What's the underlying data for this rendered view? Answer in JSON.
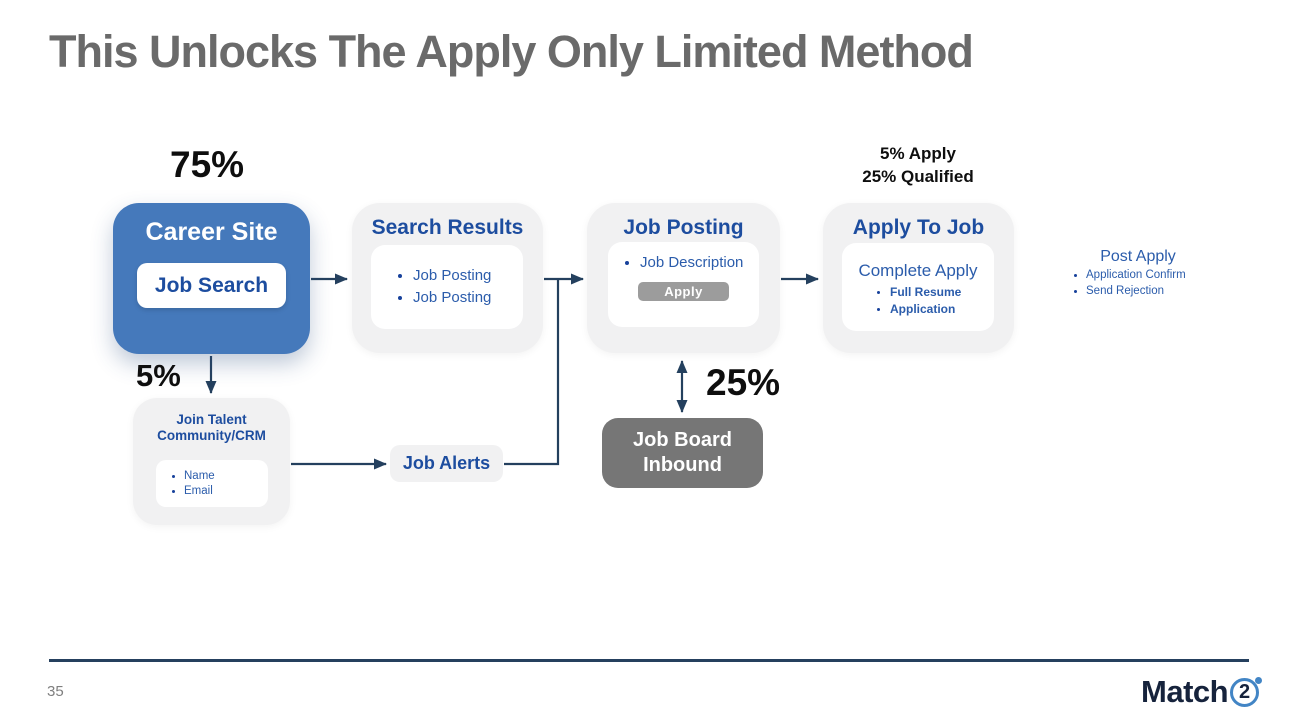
{
  "slide": {
    "title": "This Unlocks The Apply Only Limited Method",
    "page_number": "35"
  },
  "labels": {
    "career_rate": "75%",
    "talent_rate": "5%",
    "job_board_rate": "25%",
    "apply_stats": [
      "5% Apply",
      "25% Qualified"
    ]
  },
  "nodes": {
    "career_site": {
      "title": "Career Site",
      "button": "Job Search"
    },
    "search_results": {
      "title": "Search Results",
      "items": [
        "Job Posting",
        "Job Posting"
      ]
    },
    "job_posting": {
      "title": "Job Posting",
      "items": [
        "Job Description"
      ],
      "button": "Apply"
    },
    "apply_to_job": {
      "title": "Apply To Job",
      "subtitle": "Complete Apply",
      "items": [
        "Full Resume",
        "Application"
      ]
    },
    "post_apply": {
      "title": "Post Apply",
      "items": [
        "Application Confirm",
        "Send Rejection"
      ]
    },
    "join_talent": {
      "title": "Join Talent Community/CRM",
      "items": [
        "Name",
        "Email"
      ]
    },
    "job_alerts": {
      "title": "Job Alerts"
    },
    "job_board_inbound": {
      "title": "Job Board Inbound"
    }
  },
  "logo": {
    "text": "Match",
    "digit": "2"
  },
  "colors": {
    "career_blue": "#4579bb",
    "header_blue": "#1d4d9f",
    "body_blue": "#2b5cab",
    "box_gray": "#f1f1f2",
    "inbound_gray": "#767676",
    "apply_button_gray": "#9c9c9c",
    "arrow_navy": "#24405e",
    "title_gray": "#6a6a6a"
  }
}
